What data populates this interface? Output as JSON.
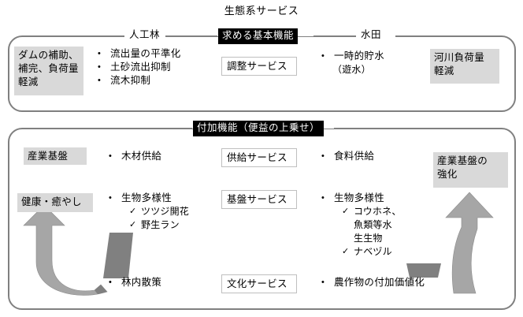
{
  "title": "生態系サービス",
  "panels": {
    "basic": {
      "header_labels": {
        "left": "人工林",
        "center_black": "求める基本機能",
        "right": "水田"
      },
      "left_outcome": "ダムの補助、\n補完、負荷量\n軽減",
      "left_bullets": [
        "流出量の平準化",
        "土砂流出抑制",
        "流木抑制"
      ],
      "service_box": "調整サービス",
      "right_bullets": [
        "一時的貯水"
      ],
      "right_bullet_cont": "（遊水）",
      "right_outcome": "河川負荷量\n軽減"
    },
    "added": {
      "header_black": "付加機能（便益の上乗せ）",
      "left_outcomes": [
        "産業基盤",
        "健康・癒やし"
      ],
      "left_items": [
        {
          "bullet": "木材供給",
          "subs": []
        },
        {
          "bullet": "生物多様性",
          "subs": [
            "ツツジ開花",
            "野生ラン"
          ]
        },
        {
          "bullet": "林内散策",
          "subs": []
        }
      ],
      "service_boxes": [
        "供給サービス",
        "基盤サービス",
        "文化サービス"
      ],
      "right_items": [
        {
          "bullet": "食料供給",
          "subs": [],
          "cont": []
        },
        {
          "bullet": "生物多様性",
          "subs": [
            "コウホネ、",
            "ナベヅル"
          ],
          "cont": [
            "魚類等水",
            "生生物"
          ]
        },
        {
          "bullet": "農作物の付加価値化",
          "subs": [],
          "cont": []
        }
      ],
      "right_outcome": "産業基盤の\n強化"
    }
  },
  "glyphs": {
    "bullet_dot": "•",
    "check_tick": "✓"
  },
  "colors": {
    "panel_border": "#808080",
    "grey_box_fill": "#d9d9d9",
    "arrow_fill": "#a6a6a6",
    "arrow_dark_fill": "#808080",
    "black_label_fill": "#000000",
    "service_border": "#bfbfbf"
  }
}
